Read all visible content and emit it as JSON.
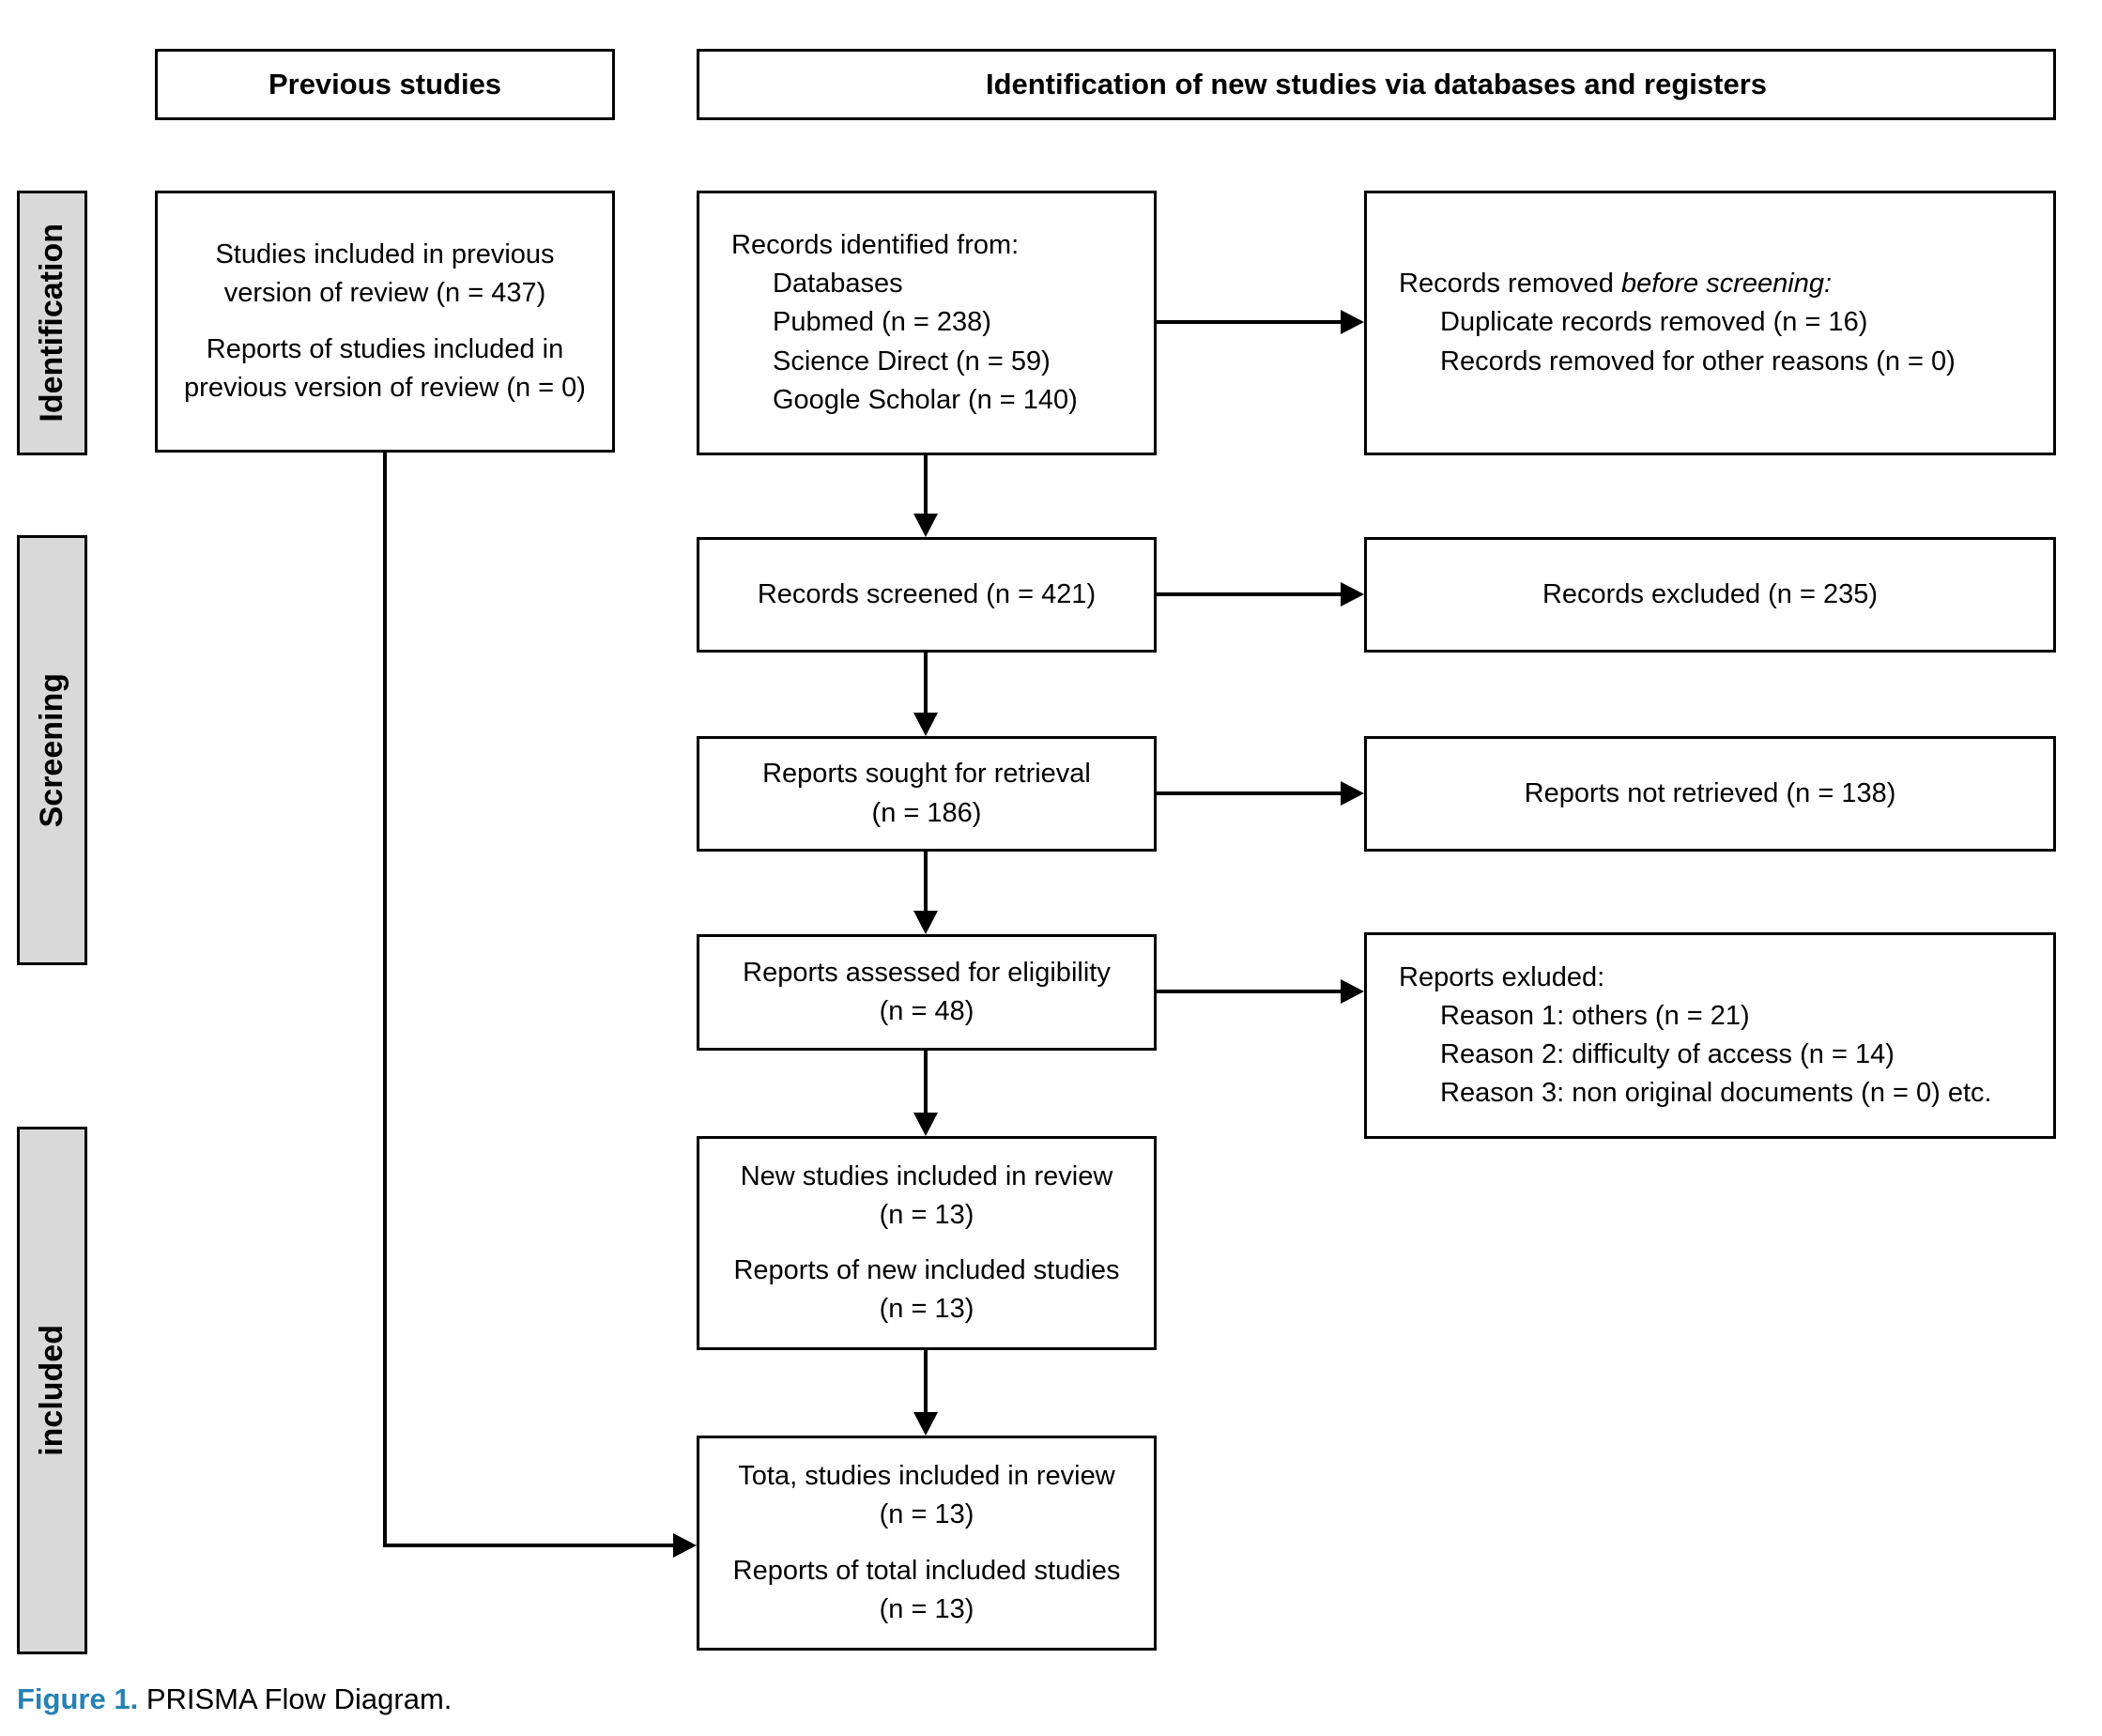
{
  "headers": {
    "previous_studies": "Previous studies",
    "new_studies": "Identification of new studies via databases and registers"
  },
  "sidebar": {
    "stages": [
      {
        "label": "Identification"
      },
      {
        "label": "Screening"
      },
      {
        "label": "included"
      }
    ]
  },
  "previous_column": {
    "box": {
      "paragraphs": [
        "Studies included in previous version of review (n = 437)",
        "Reports of studies included in previous version of review (n = 0)"
      ]
    }
  },
  "main_flow": {
    "records_identified": {
      "title": "Records identified from:",
      "items": [
        "Databases",
        "Pubmed (n = 238)",
        "Science Direct (n = 59)",
        "Google Scholar (n = 140)"
      ]
    },
    "records_screened": {
      "line1": "Records screened (n = 421)"
    },
    "reports_sought": {
      "line1": "Reports sought for retrieval",
      "line2": "(n = 186)"
    },
    "reports_assessed": {
      "line1": "Reports assessed for eligibility",
      "line2": "(n = 48)"
    },
    "new_studies": {
      "paragraphs": [
        {
          "text": "New studies included in review",
          "count": "(n = 13)"
        },
        {
          "text": "Reports of new included studies",
          "count": "(n = 13)"
        }
      ]
    },
    "total_studies": {
      "paragraphs": [
        {
          "text": "Tota, studies included in review",
          "count": "(n = 13)"
        },
        {
          "text": "Reports of total included studies",
          "count": "(n = 13)"
        }
      ]
    }
  },
  "exclusion_column": {
    "records_removed": {
      "prefix": "Records removed",
      "italic": "before screening:",
      "items": [
        "Duplicate records removed (n = 16)",
        "Records removed for other reasons (n = 0)"
      ]
    },
    "records_excluded": {
      "line1": "Records excluded (n = 235)"
    },
    "reports_not_retrieved": {
      "line1": "Reports not retrieved (n = 138)"
    },
    "reports_excluded": {
      "title": "Reports exluded:",
      "items": [
        "Reason 1: others (n = 21)",
        "Reason 2: difficulty of access (n = 14)",
        "Reason 3: non original documents (n = 0) etc."
      ]
    }
  },
  "caption": {
    "label": "Figure 1.",
    "text": "PRISMA Flow Diagram."
  },
  "colors": {
    "caption_accent": "#2581b5",
    "stage_fill": "#d9d9d9",
    "border": "#000000"
  }
}
